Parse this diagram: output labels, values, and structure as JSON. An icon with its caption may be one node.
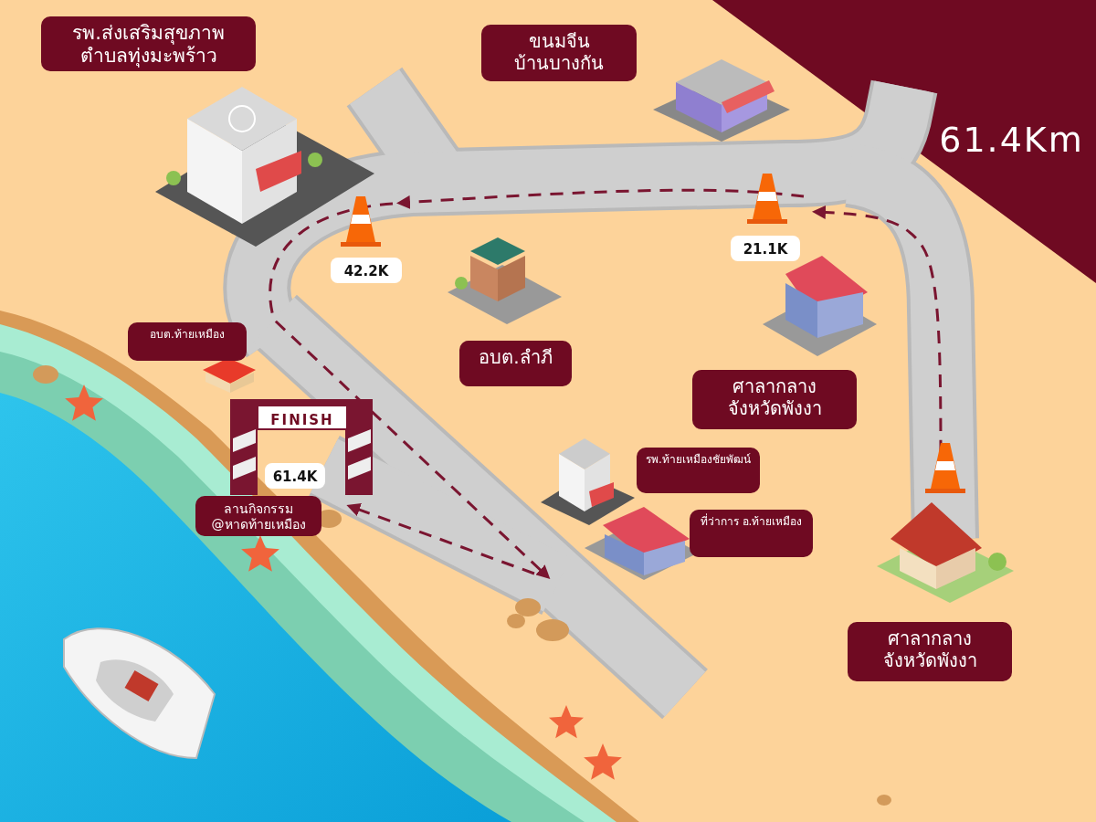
{
  "diagram": {
    "labels": [
      "รพ.ส่งเสริมสุขภาพ ตำบลทุ่งมะพร้าว",
      "ขนมจีน บ้านบางกัน",
      "61.4Km",
      "21.1K",
      "42.2K",
      "อบต.ท้ายเหมือง",
      "อบต.ลำภี",
      "ศาลากลาง จังหวัดพังงา",
      "FINISH",
      "61.4K",
      "รพ.ท้ายเหมืองชัยพัฒน์",
      "ลานกิจกรรม @หาดท้ายเหมือง",
      "ที่ว่าการ อ.ท้ายเหมือง",
      "ศาลากลาง จังหวัดพังงา"
    ]
  }
}
